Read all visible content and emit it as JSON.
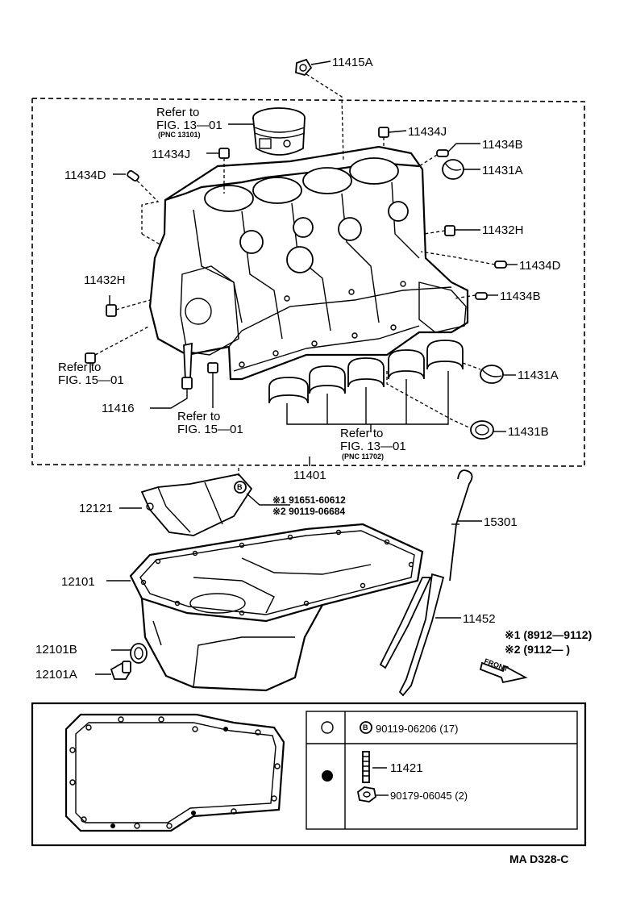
{
  "labels": {
    "p11415A": "11415A",
    "refer_to_1": "Refer to",
    "fig_13_01_a": "FIG. 13—01",
    "pnc_13101": "(PNC 13101)",
    "p11434J_a": "11434J",
    "p11434J_b": "11434J",
    "p11434B_a": "11434B",
    "p11431A_a": "11431A",
    "p11434D_a": "11434D",
    "p11432H_a": "11432H",
    "p11434D_b": "11434D",
    "p11432H_b": "11432H",
    "p11434B_b": "11434B",
    "refer_to_2": "Refer to",
    "fig_15_01_a": "FIG. 15—01",
    "p11431A_b": "11431A",
    "p11416": "11416",
    "refer_to_3": "Refer to",
    "fig_15_01_b": "FIG. 15—01",
    "refer_to_4": "Refer to",
    "fig_13_01_b": "FIG. 13—01",
    "pnc_11702": "(PNC 11702)",
    "p11431B": "11431B",
    "p11401": "11401",
    "p12121": "12121",
    "bolt_b_letter": "B",
    "note1_part": "※1 91651-60612",
    "note2_part": "※2 90119-06684",
    "p15301": "15301",
    "p12101": "12101",
    "p11452": "11452",
    "legend1": "※1 (8912—9112)",
    "legend2": "※2 (9112—      )",
    "front": "FRONT",
    "p12101B": "12101B",
    "p12101A": "12101A",
    "box_b_letter": "B",
    "bolt_90119": "90119-06206 (17)",
    "stud_11421": "11421",
    "nut_90179": "90179-06045 (2)",
    "diagram_code": "MA  D328-C"
  }
}
